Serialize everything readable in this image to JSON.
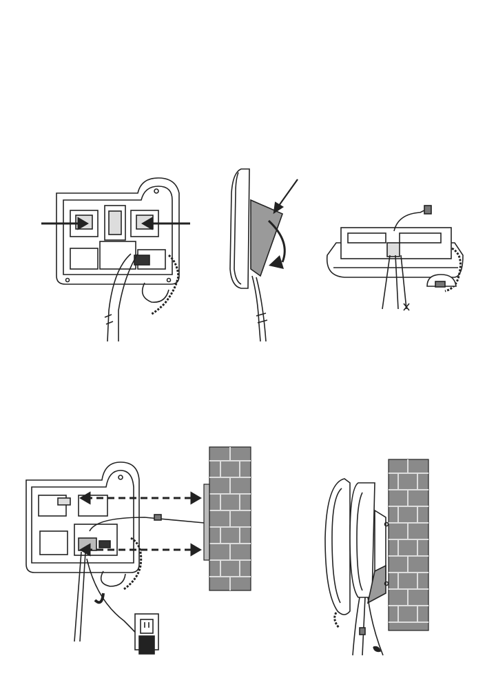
{
  "figure": {
    "panels": [
      {
        "id": "back",
        "icon": "phone-base-back-arrows-icon"
      },
      {
        "id": "side",
        "icon": "phone-base-side-bracket-arrow-icon"
      },
      {
        "id": "top",
        "icon": "phone-base-top-cords-icon"
      },
      {
        "id": "wall-front",
        "icon": "wall-mount-front-icon"
      },
      {
        "id": "wall-side",
        "icon": "wall-mount-side-icon"
      }
    ],
    "colors": {
      "line": "#222222",
      "wall_fill": "#8a8a8a",
      "bracket_fill": "#9a9a9a",
      "light_gray": "#dddddd"
    }
  }
}
